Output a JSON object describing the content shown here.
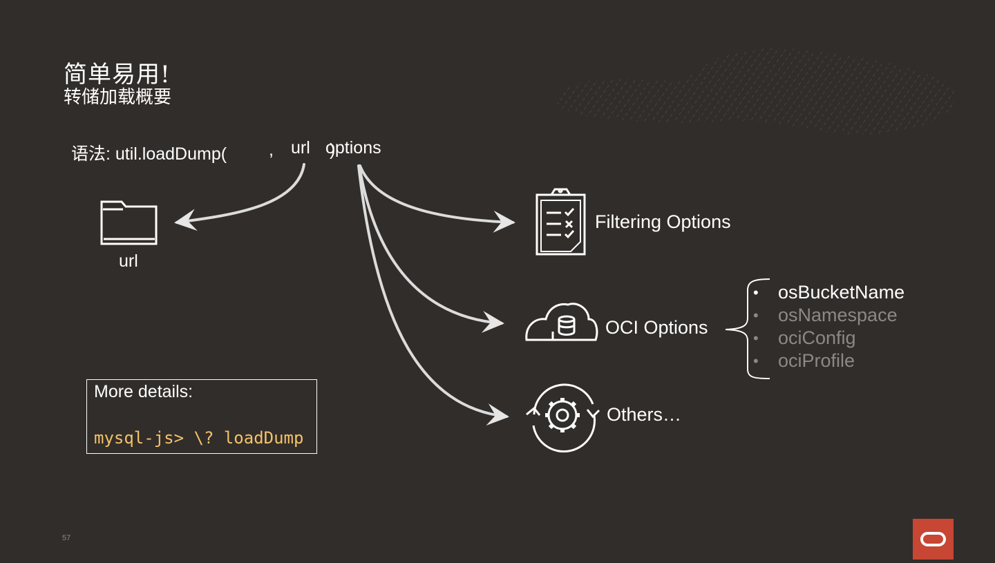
{
  "slide": {
    "title": "简单易用!",
    "subtitle": "转储加载概要",
    "page_number": "57"
  },
  "syntax": {
    "prefix": "语法: util.loadDump(",
    "comma": ",",
    "url": "url",
    "close_paren": ")",
    "options": "options"
  },
  "url_label": "url",
  "options": {
    "filtering": "Filtering Options",
    "oci": "OCI Options",
    "others": "Others…"
  },
  "oci_list": [
    "osBucketName",
    "osNamespace",
    "ociConfig",
    "ociProfile"
  ],
  "details": {
    "heading": "More details:",
    "command": "mysql-js> \\? loadDump"
  },
  "colors": {
    "background": "#312d2a",
    "text": "#ffffff",
    "muted_text": "#8c8985",
    "command_text": "#f4c26a",
    "brand": "#c74634"
  },
  "icons": [
    "folder-icon",
    "clipboard-checklist-icon",
    "cloud-database-icon",
    "gear-cycle-icon",
    "oracle-logo-icon"
  ]
}
